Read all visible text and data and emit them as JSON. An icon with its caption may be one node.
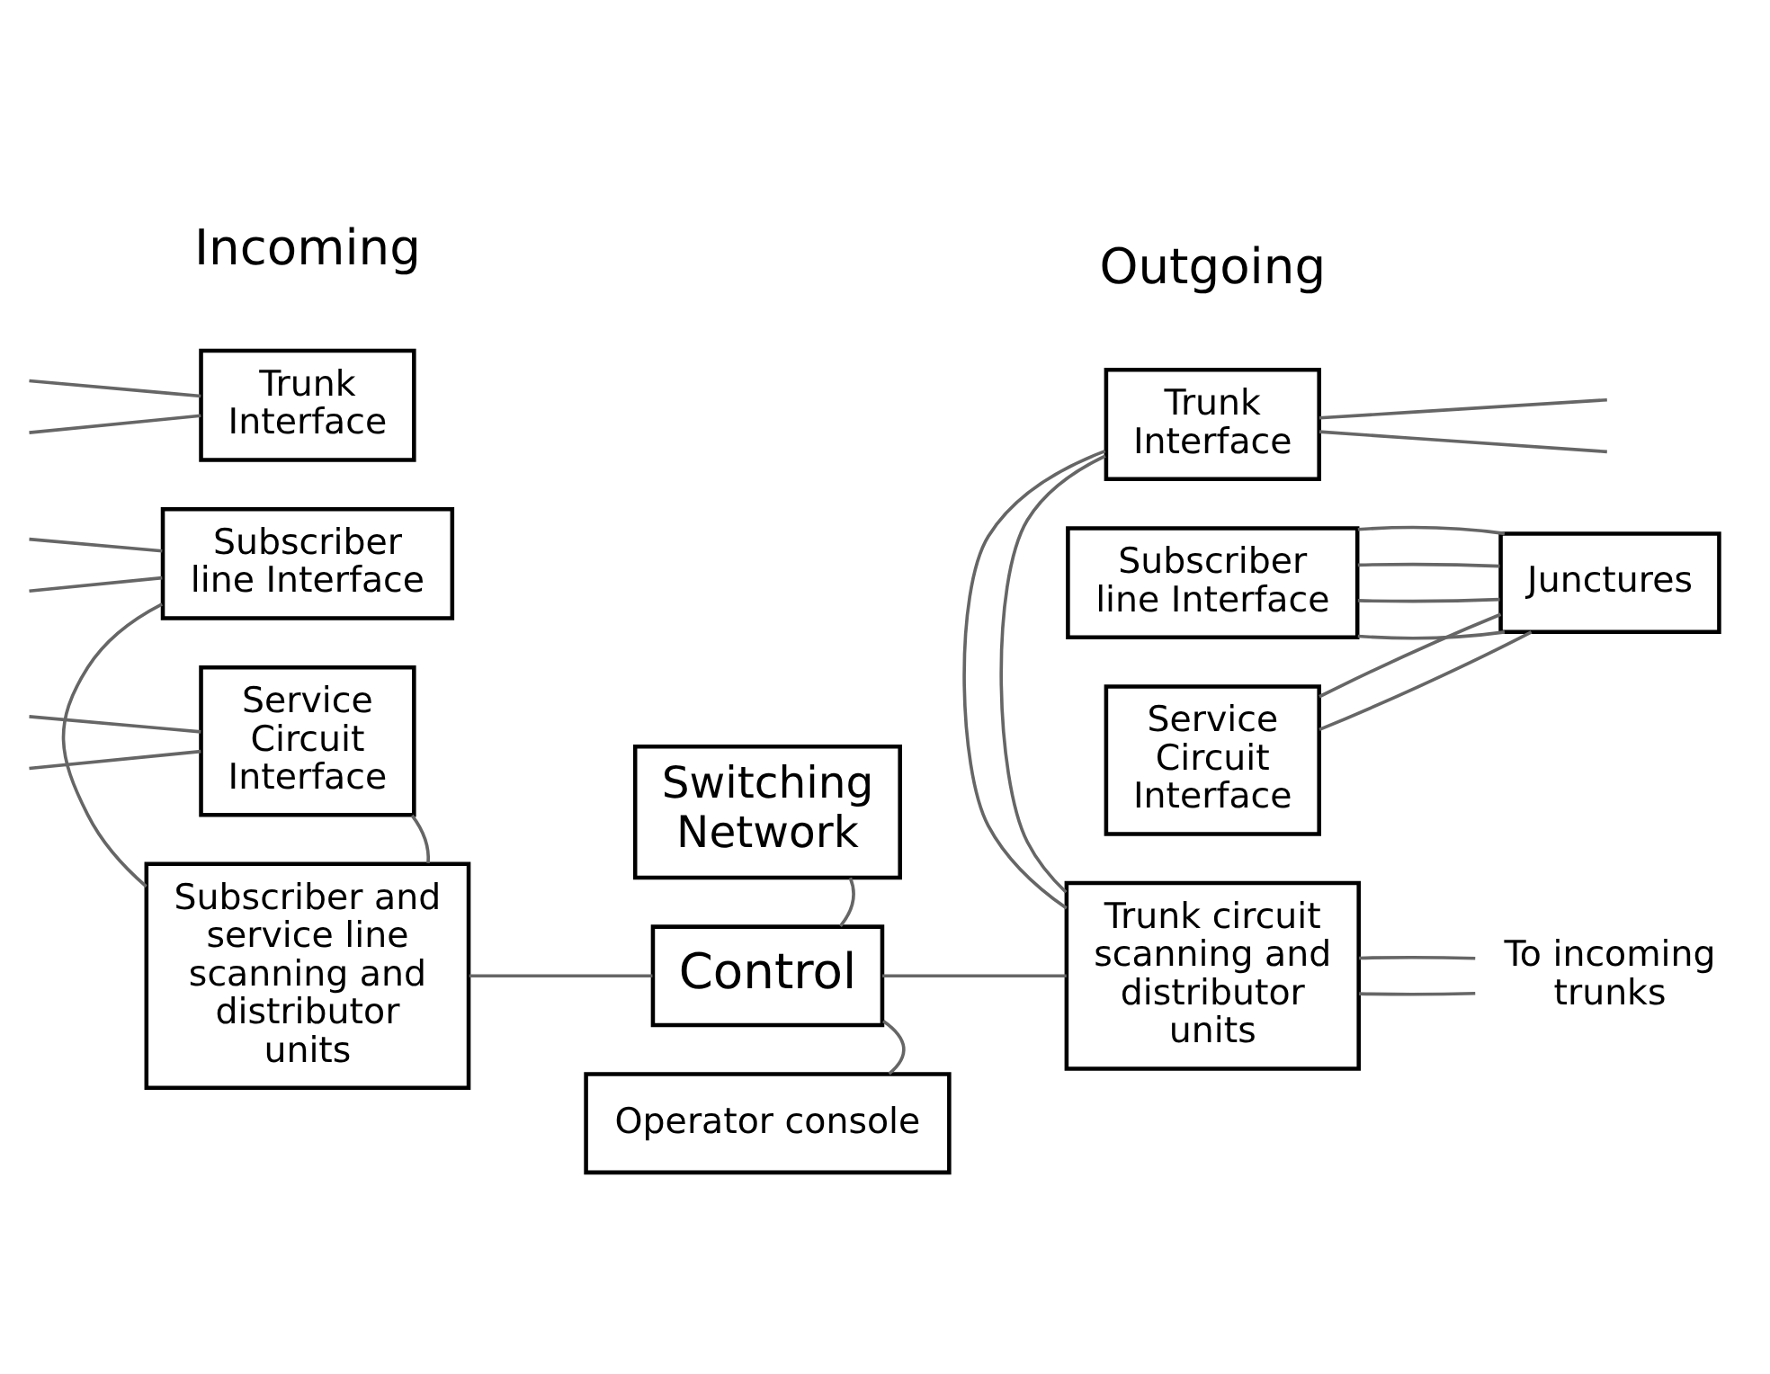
{
  "diagram": {
    "nodes": [
      {
        "text": [
          "Trunk Interface"
        ]
      },
      {
        "text": [
          "Subscriber line Interface"
        ]
      },
      {
        "text": [
          "Service Circuit Interface"
        ]
      },
      {
        "text": [
          "Switching Network"
        ]
      },
      {
        "text": [
          "Trunk Interface"
        ]
      },
      {
        "text": [
          "Subscriber line Interface"
        ]
      },
      {
        "text": [
          "Service Circuit Interface"
        ]
      },
      {
        "text": [
          "Junctures"
        ]
      },
      {
        "text": [
          "Subscriber and service line scanning and distributor units"
        ]
      },
      {
        "text": [
          "Control"
        ]
      },
      {
        "text": [
          "Operator console"
        ]
      },
      {
        "text": [
          "Trunk circuit scanning and distributor units"
        ]
      },
      {
        "text": [
          "To incoming trunks"
        ]
      }
    ],
    "edges": [
      {
        "from": null,
        "to": 0,
        "arrow": "none"
      },
      {
        "from": null,
        "to": 0,
        "arrow": "none"
      },
      {
        "from": null,
        "to": 1,
        "arrow": "none"
      },
      {
        "from": null,
        "to": 1,
        "arrow": "none"
      },
      {
        "from": null,
        "to": 2,
        "arrow": "none"
      },
      {
        "from": null,
        "to": 2,
        "arrow": "none"
      },
      {
        "from": 4,
        "to": null,
        "arrow": "none"
      },
      {
        "from": 4,
        "to": null,
        "arrow": "none"
      },
      {
        "from": 1,
        "to": 8,
        "arrow": "none"
      },
      {
        "from": 2,
        "to": 8,
        "arrow": "none"
      },
      {
        "from": 5,
        "to": 7,
        "arrow": "none"
      },
      {
        "from": 5,
        "to": 7,
        "arrow": "none"
      },
      {
        "from": 5,
        "to": 7,
        "arrow": "none"
      },
      {
        "from": 5,
        "to": 7,
        "arrow": "none"
      },
      {
        "from": 6,
        "to": 7,
        "arrow": "none"
      },
      {
        "from": 6,
        "to": 7,
        "arrow": "none"
      },
      {
        "from": 3,
        "to": 9,
        "arrow": "none"
      },
      {
        "from": 8,
        "to": 9,
        "arrow": "none"
      },
      {
        "from": 9,
        "to": 11,
        "arrow": "none"
      },
      {
        "from": 9,
        "to": 10,
        "arrow": "none"
      },
      {
        "from": 4,
        "to": 11,
        "arrow": "none"
      },
      {
        "from": 4,
        "to": 11,
        "arrow": "none"
      },
      {
        "from": 11,
        "to": 12,
        "arrow": "none"
      },
      {
        "from": 11,
        "to": 12,
        "arrow": "none"
      }
    ],
    "labels": [
      "Incoming",
      "Outgoing"
    ]
  }
}
